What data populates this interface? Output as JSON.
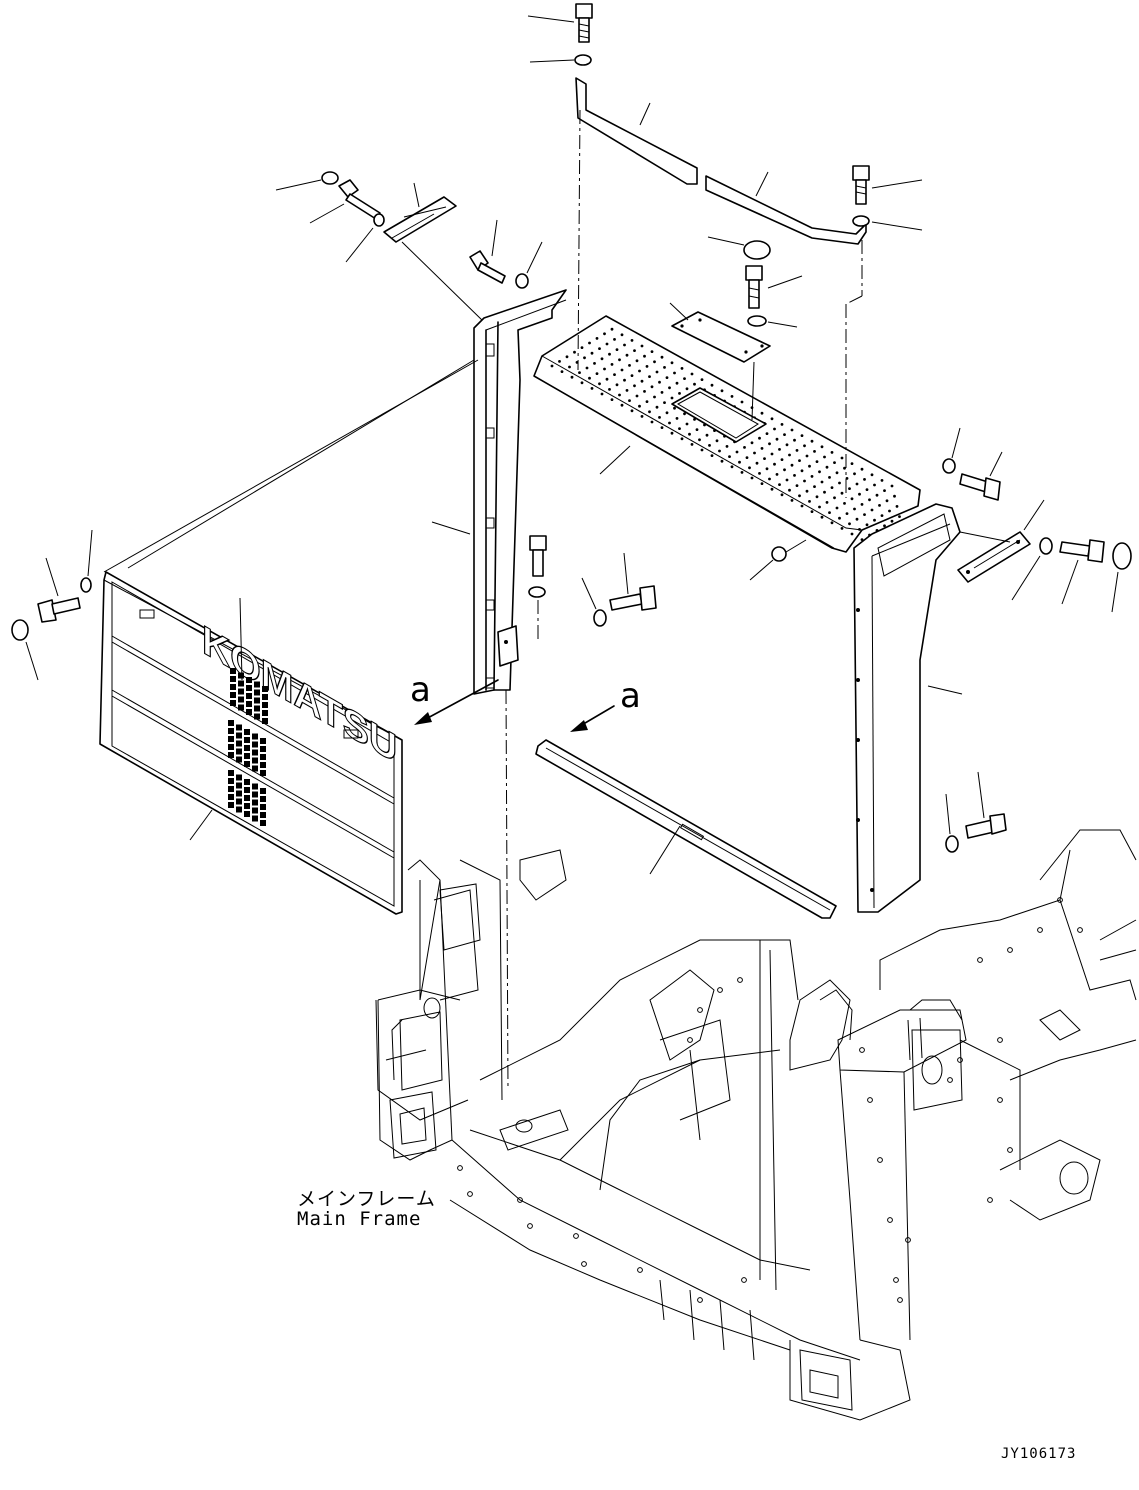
{
  "labels": {
    "main_frame_jp": "メインフレーム",
    "main_frame_en": "Main Frame",
    "view_marker_left": "a",
    "view_marker_right": "a",
    "drawing_code": "JY106173",
    "brand_on_grille": "KOMATSU"
  },
  "colors": {
    "line": "#000000",
    "background": "#ffffff"
  }
}
